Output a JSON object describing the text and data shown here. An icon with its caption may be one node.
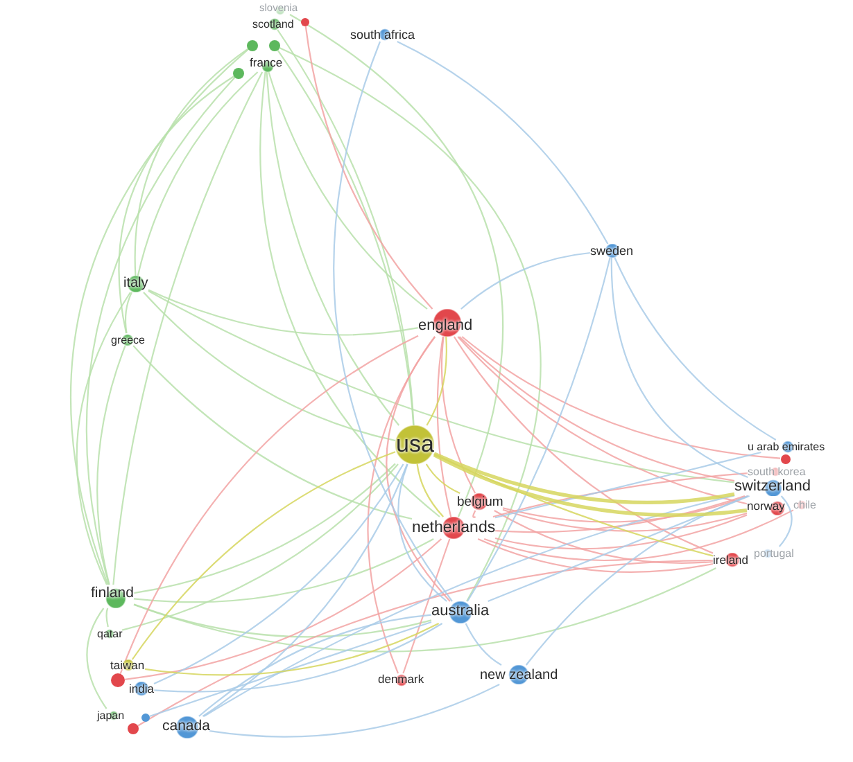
{
  "diagram": {
    "nodes": [
      {
        "text": [
          "slovenia"
        ]
      },
      {
        "text": [
          "scotland"
        ]
      },
      {
        "text": [],
        "shape": "circle"
      },
      {
        "text": [
          "south africa"
        ]
      },
      {
        "text": [],
        "shape": "circle"
      },
      {
        "text": [],
        "shape": "circle"
      },
      {
        "text": [
          "france"
        ]
      },
      {
        "text": [],
        "shape": "circle"
      },
      {
        "text": [
          "sweden"
        ]
      },
      {
        "text": [
          "italy"
        ]
      },
      {
        "text": [
          "england"
        ]
      },
      {
        "text": [
          "greece"
        ]
      },
      {
        "text": [
          "usa"
        ]
      },
      {
        "text": [
          "u arab emirates"
        ]
      },
      {
        "text": [],
        "shape": "circle"
      },
      {
        "text": [
          "south korea"
        ]
      },
      {
        "text": [
          "switzerland"
        ]
      },
      {
        "text": [
          "belgium"
        ]
      },
      {
        "text": [
          "chile"
        ]
      },
      {
        "text": [
          "norway"
        ]
      },
      {
        "text": [
          "netherlands"
        ]
      },
      {
        "text": [
          "portugal"
        ]
      },
      {
        "text": [
          "ireland"
        ]
      },
      {
        "text": [
          "finland"
        ]
      },
      {
        "text": [
          "australia"
        ]
      },
      {
        "text": [
          "qatar"
        ]
      },
      {
        "text": [
          "taiwan"
        ]
      },
      {
        "text": [],
        "shape": "circle"
      },
      {
        "text": [
          "new zealand"
        ]
      },
      {
        "text": [
          "denmark"
        ]
      },
      {
        "text": [
          "india"
        ]
      },
      {
        "text": [
          "japan"
        ]
      },
      {
        "text": [],
        "shape": "circle"
      },
      {
        "text": [],
        "shape": "circle"
      },
      {
        "text": [
          "canada"
        ]
      }
    ],
    "edges": [
      {
        "from": 6,
        "to": 9,
        "arrow": "none"
      },
      {
        "from": 6,
        "to": 23,
        "arrow": "none"
      },
      {
        "from": 6,
        "to": 12,
        "arrow": "none"
      },
      {
        "from": 6,
        "to": 10,
        "arrow": "none"
      },
      {
        "from": 6,
        "to": 20,
        "arrow": "none"
      },
      {
        "from": 4,
        "to": 9,
        "arrow": "none"
      },
      {
        "from": 4,
        "to": 23,
        "arrow": "none"
      },
      {
        "from": 5,
        "to": 12,
        "arrow": "none"
      },
      {
        "from": 5,
        "to": 24,
        "arrow": "none"
      },
      {
        "from": 7,
        "to": 11,
        "arrow": "none"
      },
      {
        "from": 7,
        "to": 23,
        "arrow": "none"
      },
      {
        "from": 1,
        "to": 12,
        "arrow": "none"
      },
      {
        "from": 0,
        "to": 20,
        "arrow": "none"
      },
      {
        "from": 9,
        "to": 23,
        "arrow": "none"
      },
      {
        "from": 9,
        "to": 11,
        "arrow": "none"
      },
      {
        "from": 9,
        "to": 12,
        "arrow": "none"
      },
      {
        "from": 9,
        "to": 16,
        "arrow": "none"
      },
      {
        "from": 9,
        "to": 10,
        "arrow": "none"
      },
      {
        "from": 11,
        "to": 23,
        "arrow": "none"
      },
      {
        "from": 11,
        "to": 20,
        "arrow": "none"
      },
      {
        "from": 23,
        "to": 12,
        "arrow": "none"
      },
      {
        "from": 23,
        "to": 24,
        "arrow": "none"
      },
      {
        "from": 23,
        "to": 20,
        "arrow": "none"
      },
      {
        "from": 23,
        "to": 25,
        "arrow": "none"
      },
      {
        "from": 23,
        "to": 22,
        "arrow": "none"
      },
      {
        "from": 31,
        "to": 23,
        "arrow": "none"
      },
      {
        "from": 25,
        "to": 12,
        "arrow": "none"
      },
      {
        "from": 2,
        "to": 10,
        "arrow": "none",
        "color": "#f2a3a3"
      },
      {
        "from": 10,
        "to": 20,
        "arrow": "none",
        "color": "#f2a3a3"
      },
      {
        "from": 10,
        "to": 17,
        "arrow": "none",
        "color": "#f2a3a3"
      },
      {
        "from": 10,
        "to": 16,
        "arrow": "none",
        "color": "#f2a3a3"
      },
      {
        "from": 10,
        "to": 19,
        "arrow": "none",
        "color": "#f2a3a3"
      },
      {
        "from": 10,
        "to": 22,
        "arrow": "none",
        "color": "#f2a3a3"
      },
      {
        "from": 10,
        "to": 29,
        "arrow": "none",
        "color": "#f2a3a3"
      },
      {
        "from": 10,
        "to": 14,
        "arrow": "none",
        "color": "#f2a3a3"
      },
      {
        "from": 10,
        "to": 24,
        "arrow": "none",
        "color": "#f2a3a3"
      },
      {
        "from": 20,
        "to": 17,
        "arrow": "none",
        "color": "#f2a3a3"
      },
      {
        "from": 20,
        "to": 16,
        "arrow": "none",
        "color": "#f2a3a3"
      },
      {
        "from": 20,
        "to": 19,
        "arrow": "none",
        "color": "#f2a3a3"
      },
      {
        "from": 20,
        "to": 22,
        "arrow": "none",
        "color": "#f2a3a3"
      },
      {
        "from": 17,
        "to": 16,
        "arrow": "none",
        "color": "#f2a3a3"
      },
      {
        "from": 17,
        "to": 19,
        "arrow": "none",
        "color": "#f2a3a3"
      },
      {
        "from": 17,
        "to": 22,
        "arrow": "none",
        "color": "#f2a3a3"
      },
      {
        "from": 29,
        "to": 20,
        "arrow": "none",
        "color": "#f2a3a3"
      },
      {
        "from": 27,
        "to": 10,
        "arrow": "none",
        "color": "#f2a3a3"
      },
      {
        "from": 33,
        "to": 22,
        "arrow": "none",
        "color": "#f2a3a3"
      },
      {
        "from": 20,
        "to": 18,
        "arrow": "none",
        "color": "#f2a3a3"
      },
      {
        "from": 15,
        "to": 20,
        "arrow": "none",
        "color": "#f2a3a3"
      },
      {
        "from": 27,
        "to": 20,
        "arrow": "none",
        "color": "#f2a3a3"
      },
      {
        "from": 8,
        "to": 3,
        "arrow": "none",
        "color": "#a9cbe8"
      },
      {
        "from": 3,
        "to": 24,
        "arrow": "none",
        "color": "#a9cbe8"
      },
      {
        "from": 8,
        "to": 16,
        "arrow": "none",
        "color": "#a9cbe8"
      },
      {
        "from": 8,
        "to": 24,
        "arrow": "none",
        "color": "#a9cbe8"
      },
      {
        "from": 8,
        "to": 13,
        "arrow": "none",
        "color": "#a9cbe8"
      },
      {
        "from": 8,
        "to": 10,
        "arrow": "none",
        "color": "#a9cbe8"
      },
      {
        "from": 24,
        "to": 28,
        "arrow": "none",
        "color": "#a9cbe8"
      },
      {
        "from": 24,
        "to": 34,
        "arrow": "none",
        "color": "#a9cbe8"
      },
      {
        "from": 24,
        "to": 16,
        "arrow": "none",
        "color": "#a9cbe8"
      },
      {
        "from": 24,
        "to": 12,
        "arrow": "none",
        "color": "#a9cbe8"
      },
      {
        "from": 34,
        "to": 12,
        "arrow": "none",
        "color": "#a9cbe8"
      },
      {
        "from": 34,
        "to": 28,
        "arrow": "none",
        "color": "#a9cbe8"
      },
      {
        "from": 34,
        "to": 16,
        "arrow": "none",
        "color": "#a9cbe8"
      },
      {
        "from": 30,
        "to": 24,
        "arrow": "none",
        "color": "#a9cbe8"
      },
      {
        "from": 30,
        "to": 12,
        "arrow": "none",
        "color": "#a9cbe8"
      },
      {
        "from": 28,
        "to": 16,
        "arrow": "none",
        "color": "#a9cbe8"
      },
      {
        "from": 32,
        "to": 24,
        "arrow": "none",
        "color": "#a9cbe8"
      },
      {
        "from": 16,
        "to": 21,
        "arrow": "none",
        "color": "#a9cbe8"
      },
      {
        "from": 13,
        "to": 20,
        "arrow": "none",
        "color": "#a9cbe8"
      },
      {
        "from": 12,
        "to": 16,
        "arrow": "none",
        "style": "thick",
        "color": "#d6d65e"
      },
      {
        "from": 12,
        "to": 19,
        "arrow": "none",
        "style": "thick",
        "color": "#d6d65e"
      },
      {
        "from": 12,
        "to": 20,
        "arrow": "none",
        "color": "#d6d65e"
      },
      {
        "from": 12,
        "to": 17,
        "arrow": "none",
        "color": "#d6d65e"
      },
      {
        "from": 12,
        "to": 26,
        "arrow": "none",
        "color": "#d6d65e"
      },
      {
        "from": 12,
        "to": 10,
        "arrow": "none",
        "color": "#d6d65e"
      },
      {
        "from": 26,
        "to": 24,
        "arrow": "none",
        "color": "#d6d65e"
      },
      {
        "from": 12,
        "to": 22,
        "arrow": "none",
        "color": "#d6d65e"
      }
    ]
  }
}
